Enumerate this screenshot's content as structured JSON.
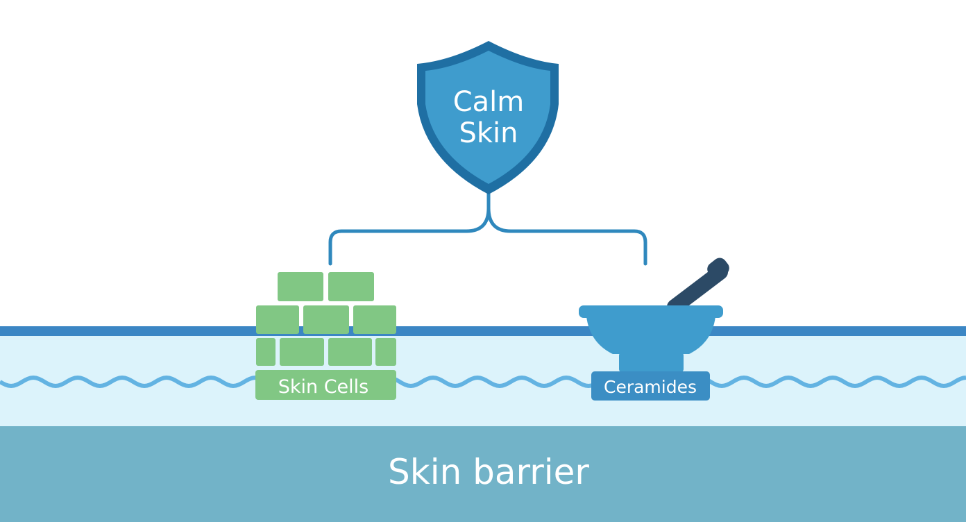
{
  "shield": {
    "line1": "Calm",
    "line2": "Skin"
  },
  "components": {
    "cells_label": "Skin Cells",
    "ceramides_label": "Ceramides"
  },
  "base": {
    "label": "Skin barrier"
  },
  "colors": {
    "background": "#ffffff",
    "shield_fill": "#3f9ccd",
    "shield_outline": "#1f6fa3",
    "connector": "#2f88bd",
    "surface_line": "#3b86c4",
    "skin_layer": "#dcf3fb",
    "wave": "#63b3e2",
    "base_band": "#72b3c8",
    "brick": "#81c784",
    "bowl": "#3f9ccd",
    "pestle": "#2c4a66",
    "ceramides_tag": "#3b8ec4",
    "label_text": "#ffffff"
  },
  "icons": [
    "shield-icon",
    "brick-wall-icon",
    "mortar-and-pestle-icon"
  ]
}
